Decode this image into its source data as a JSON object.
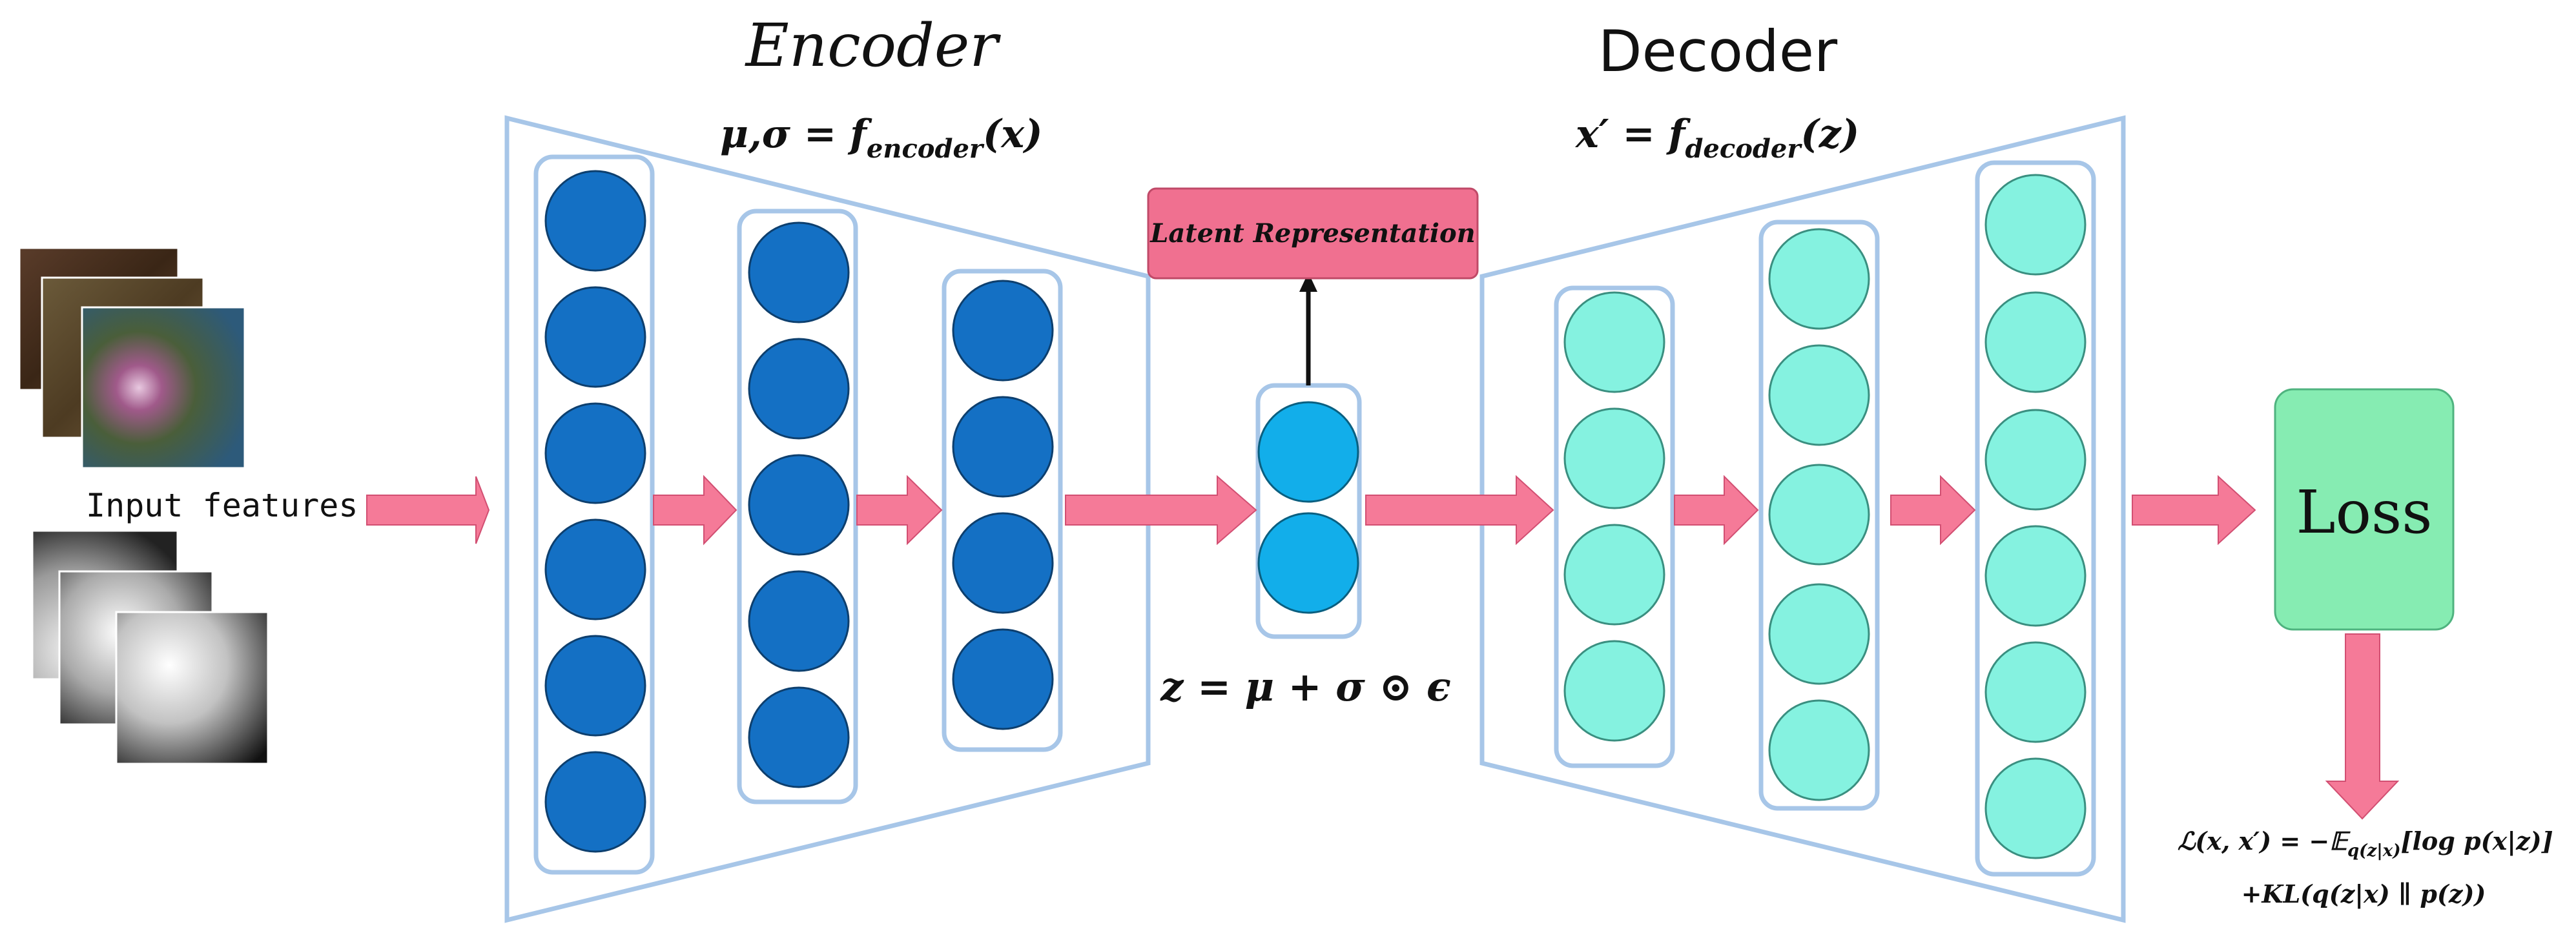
{
  "encoder": {
    "title": "Encoder",
    "formula": "μ,σ = f",
    "formula_sub": "encoder",
    "formula_arg": "(x)"
  },
  "decoder": {
    "title": "Decoder",
    "formula": "x′ = f",
    "formula_sub": "decoder",
    "formula_arg": "(z)"
  },
  "latent": {
    "label": "Latent Representation",
    "formula": "z = μ + σ ⊙ ϵ"
  },
  "input": {
    "label": "Input features"
  },
  "loss": {
    "label": "Loss",
    "formula_line1": "ℒ(x, x′) = −𝔼",
    "formula_line1_sub": "q(z|x)",
    "formula_line1_rest": "[log p(x|z)]",
    "formula_line2": "+KL(q(z|x) ∥ p(z))"
  },
  "colors": {
    "encoder_node": "#1470c4",
    "latent_node": "#12aeea",
    "decoder_node": "#85f2e0",
    "layer_border": "#a7c6e8",
    "arrow": "#f57a98",
    "latent_box": "#f07090",
    "loss_box": "#86ecb2"
  },
  "layers": {
    "encoder": [
      6,
      5,
      4
    ],
    "latent": 2,
    "decoder": [
      4,
      5,
      6
    ]
  }
}
